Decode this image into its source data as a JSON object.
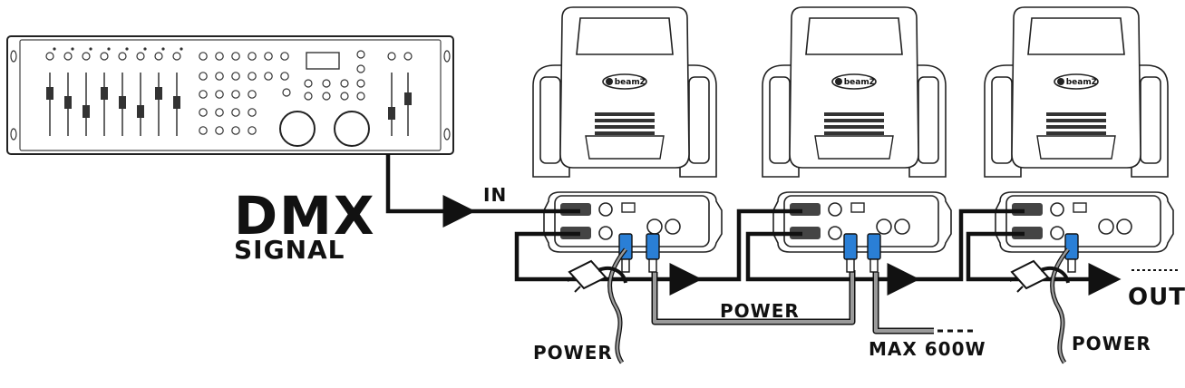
{
  "labels": {
    "dmx": "DMX",
    "signal": "SIGNAL",
    "in": "IN",
    "out": "OUT",
    "power_left": "POWER",
    "power_center": "POWER",
    "power_right": "POWER",
    "max_power": "MAX 600W"
  },
  "brand": "beamZ",
  "colors": {
    "line": "#111111",
    "plug_blue": "#2a7fd6",
    "cable_gray": "#8a8a8a"
  }
}
